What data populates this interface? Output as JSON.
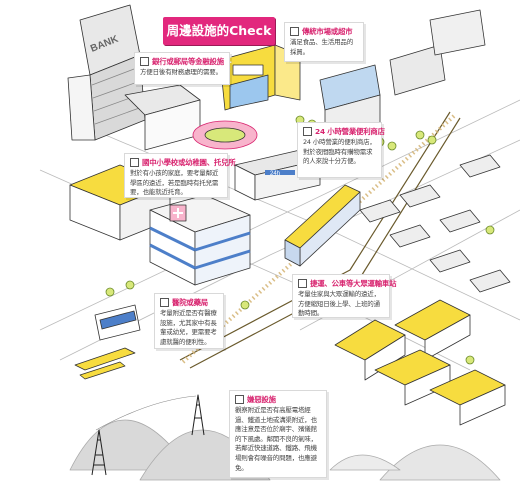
{
  "title": "周邊設施的Check List",
  "signs": {
    "bank": "BANK",
    "store": "24h"
  },
  "cards": [
    {
      "id": "bank",
      "title": "銀行或郵局等金融設施",
      "body": "方便日後有財務處理的需要。"
    },
    {
      "id": "market",
      "title": "傳統市場或超市",
      "body": "滿足食品、生活用品的採買。"
    },
    {
      "id": "convenience",
      "title": "24 小時營業便利商店",
      "body": "24 小時營業的便利商店，對於夜間臨時有購物需求的人來說十分方便。"
    },
    {
      "id": "school",
      "title": "國中小學校或幼稚園、托兒所",
      "body": "對於有小孩的家庭，要考量鄰近學區的遠近，若是臨時有托兒需要，也能就近托育。"
    },
    {
      "id": "transit",
      "title": "捷運、公車等大眾運輸車站",
      "body": "考量住家與大眾運輸的遠近，方便縮短日後上學、上班的通勤時間。"
    },
    {
      "id": "hospital",
      "title": "醫院或藥局",
      "body": "考量附近是否有醫療設施，尤其家中有長輩或幼兒，更需要考慮就醫的便利性。"
    },
    {
      "id": "nuisance",
      "title": "嫌惡設施",
      "body": "觀察附近是否有高壓電塔經過、鐵道土地或溝渠附近，也應注意是否位於廟宇、殯儀館的下風處。鄰開不良的氣味，若鄰近快速道路、鐵路、飛機場則會有噪音的問題，也應避免。"
    }
  ],
  "colors": {
    "accent": "#e2287d",
    "yellow": "#f7dc3f",
    "blue": "#4d7fc9",
    "green": "#d8e87a"
  }
}
